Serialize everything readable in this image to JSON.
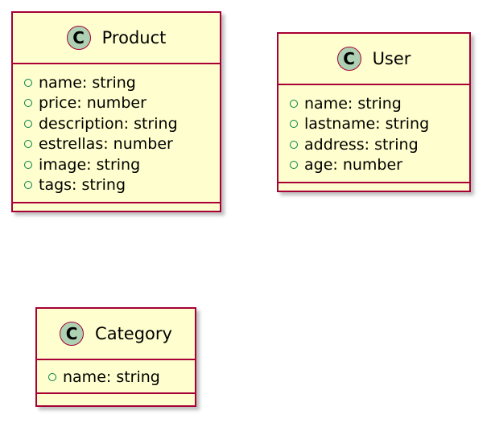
{
  "classes": {
    "product": {
      "badge": "C",
      "name": "Product",
      "attributes": [
        "name: string",
        "price: number",
        "description: string",
        "estrellas: number",
        "image: string",
        "tags: string"
      ]
    },
    "user": {
      "badge": "C",
      "name": "User",
      "attributes": [
        "name: string",
        "lastname: string",
        "address: string",
        "age: number"
      ]
    },
    "category": {
      "badge": "C",
      "name": "Category",
      "attributes": [
        "name: string"
      ]
    }
  },
  "colors": {
    "class_fill": "#FEFECE",
    "class_border": "#A80036",
    "badge_fill": "#ADD1B2",
    "visibility_public": "#038048"
  },
  "icons": {
    "class_badge": "class-circle-c-icon",
    "public_visibility": "public-visibility-circle-icon"
  }
}
